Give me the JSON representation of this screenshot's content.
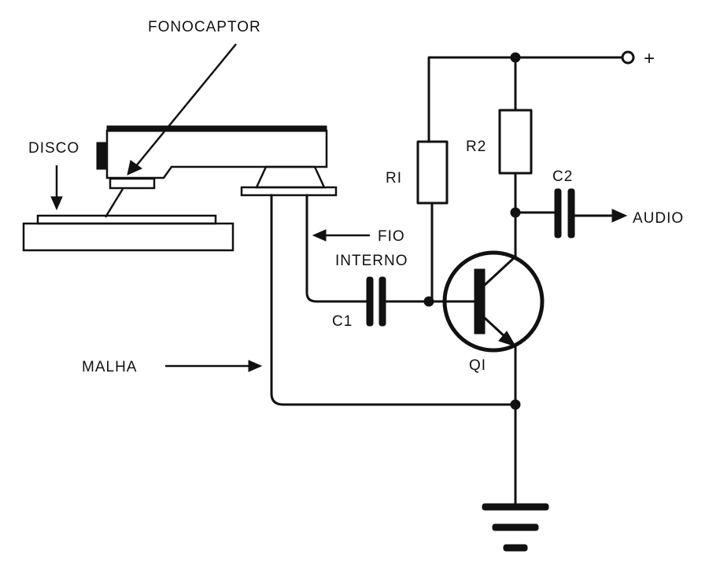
{
  "labels": {
    "fonocaptor": "FONOCAPTOR",
    "disco": "DISCO",
    "fio": "FIO",
    "interno": "INTERNO",
    "malha": "MALHA",
    "r1": "RI",
    "r2": "R2",
    "c1": "C1",
    "c2": "C2",
    "q1": "QI",
    "audio": "AUDIO",
    "plus": "+"
  },
  "colors": {
    "ink": "#111111",
    "paper": "#ffffff"
  }
}
